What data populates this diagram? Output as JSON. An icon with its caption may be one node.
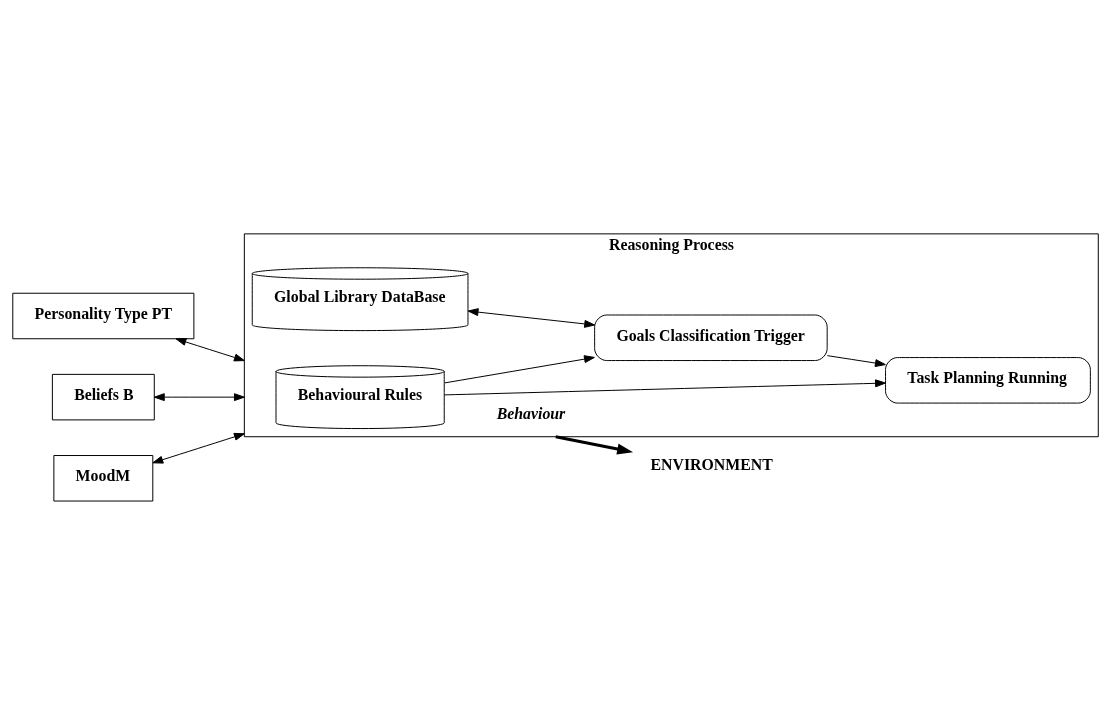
{
  "diagram": {
    "nodes": [
      {
        "text": [
          "Personality Type PT"
        ]
      },
      {
        "text": [
          "Beliefs B"
        ]
      },
      {
        "text": [
          "MoodM"
        ]
      },
      {
        "text": [
          "Reasoning Process"
        ]
      },
      {
        "text": [
          "Behavioural Rules"
        ],
        "in": 3
      },
      {
        "text": [
          "Global Library DataBase"
        ],
        "in": 3
      },
      {
        "text": [
          "Goals Classification Trigger"
        ],
        "in": 3
      },
      {
        "text": [
          "Task Planning Running"
        ],
        "in": 3
      },
      {
        "text": [
          "ENVIRONMENT"
        ]
      }
    ],
    "edges": [
      {
        "from": 0,
        "to": 3,
        "arrow": "both"
      },
      {
        "from": 1,
        "to": 3,
        "arrow": "both"
      },
      {
        "from": 2,
        "to": 3,
        "arrow": "both"
      },
      {
        "from": 4,
        "to": 7,
        "arrow": "to"
      },
      {
        "from": 4,
        "to": 6,
        "arrow": "to"
      },
      {
        "from": 5,
        "to": 6,
        "arrow": "both"
      },
      {
        "from": 6,
        "to": 7,
        "arrow": "to"
      },
      {
        "from": 3,
        "to": 8,
        "arrow": "to",
        "label": "Behaviour",
        "style": "thick"
      }
    ]
  }
}
